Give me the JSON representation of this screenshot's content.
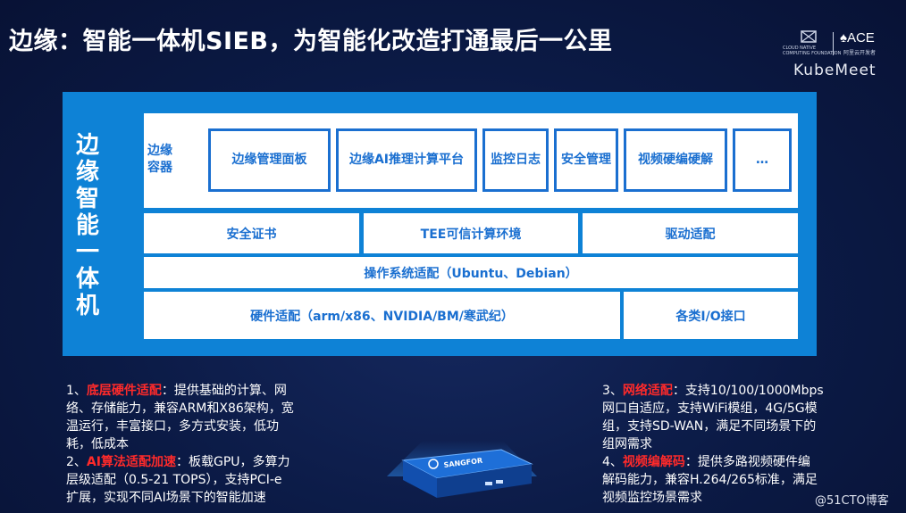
{
  "slide": {
    "title": "边缘：智能一体机SIEB，为智能化改造打通最后一公里"
  },
  "logos": {
    "cncf_text_1": "CLOUD NATIVE",
    "cncf_text_2": "COMPUTING FOUNDATION",
    "ace": "ACE",
    "ace_sub": "阿里云开发者",
    "kubemeet": "KubeMeet"
  },
  "diagram": {
    "side_label": "边缘智能一体机",
    "row1_label": "边缘容器",
    "row1_boxes": [
      "边缘管理面板",
      "边缘AI推理计算平台",
      "监控日志",
      "安全管理",
      "视频硬编硬解",
      "…"
    ],
    "row2": [
      "安全证书",
      "TEE可信计算环境",
      "驱动适配"
    ],
    "row3": "操作系统适配（Ubuntu、Debian）",
    "row4": [
      "硬件适配（arm/x86、NVIDIA/BM/寒武纪）",
      "各类I/O接口"
    ]
  },
  "notes": {
    "n1_prefix": "1、",
    "n1_hl": "底层硬件适配",
    "n1_line1": "：提供基础的计算、网",
    "n1_line2": "络、存储能力，兼容ARM和X86架构，宽",
    "n1_line3": "温运行，丰富接口，多方式安装，低功",
    "n1_line4": "耗，低成本",
    "n2_prefix": "2、",
    "n2_hl": "AI算法适配加速",
    "n2_line1": "：板载GPU，多算力",
    "n2_line2": "层级适配（0.5-21 TOPS），支持PCI-e",
    "n2_line3": "扩展，实现不同AI场景下的智能加速",
    "n3_prefix": "3、",
    "n3_hl": "网络适配",
    "n3_line1": "：支持10/100/1000Mbps",
    "n3_line2": "网口自适应，支持WiFi模组，4G/5G模",
    "n3_line3": "组，支持SD-WAN，满足不同场景下的",
    "n3_line4": "组网需求",
    "n4_prefix": "4、",
    "n4_hl": "视频编解码",
    "n4_line1": "：提供多路视频硬件编",
    "n4_line2": "解码能力，兼容H.264/265标准，满足",
    "n4_line3": "视频监控场景需求"
  },
  "device": {
    "brand": "SANGFOR"
  },
  "watermark": "@51CTO博客"
}
